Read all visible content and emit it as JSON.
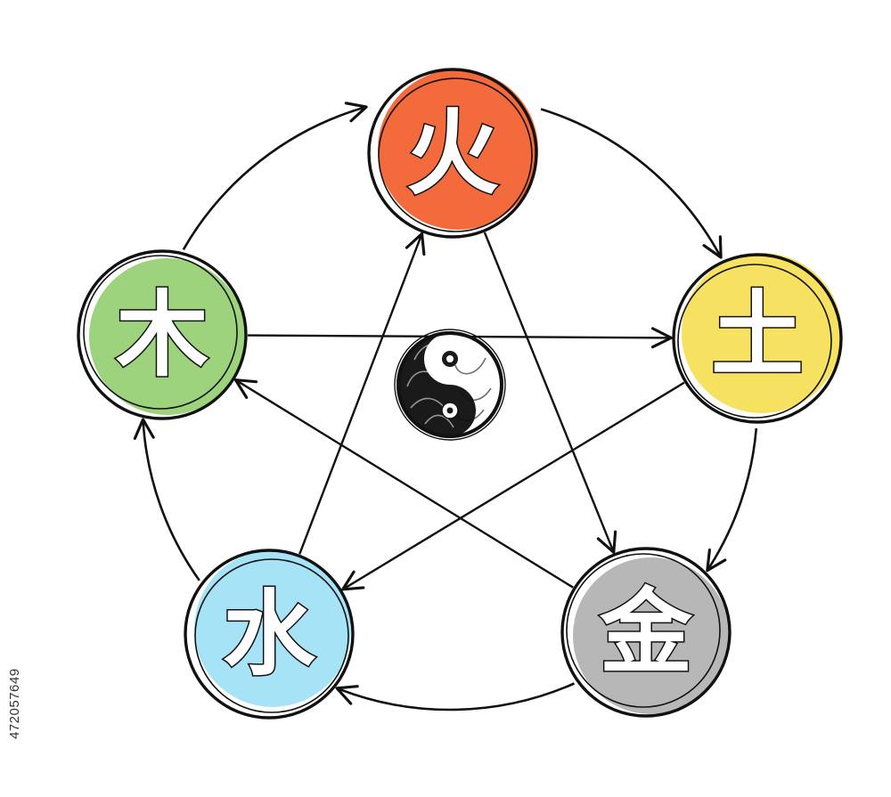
{
  "elements": [
    {
      "id": "fire",
      "label": "火",
      "color": "#f36a3c"
    },
    {
      "id": "earth",
      "label": "土",
      "color": "#f7e160"
    },
    {
      "id": "metal",
      "label": "金",
      "color": "#b7b7b7"
    },
    {
      "id": "water",
      "label": "水",
      "color": "#a6e3f6"
    },
    {
      "id": "wood",
      "label": "木",
      "color": "#9ed37d"
    }
  ],
  "generating_cycle": [
    [
      "fire",
      "earth"
    ],
    [
      "earth",
      "metal"
    ],
    [
      "metal",
      "water"
    ],
    [
      "water",
      "wood"
    ],
    [
      "wood",
      "fire"
    ]
  ],
  "overcoming_cycle": [
    [
      "fire",
      "metal"
    ],
    [
      "metal",
      "wood"
    ],
    [
      "wood",
      "earth"
    ],
    [
      "earth",
      "water"
    ],
    [
      "water",
      "fire"
    ]
  ],
  "center_symbol": "yin-yang",
  "stock_id": "472057649"
}
